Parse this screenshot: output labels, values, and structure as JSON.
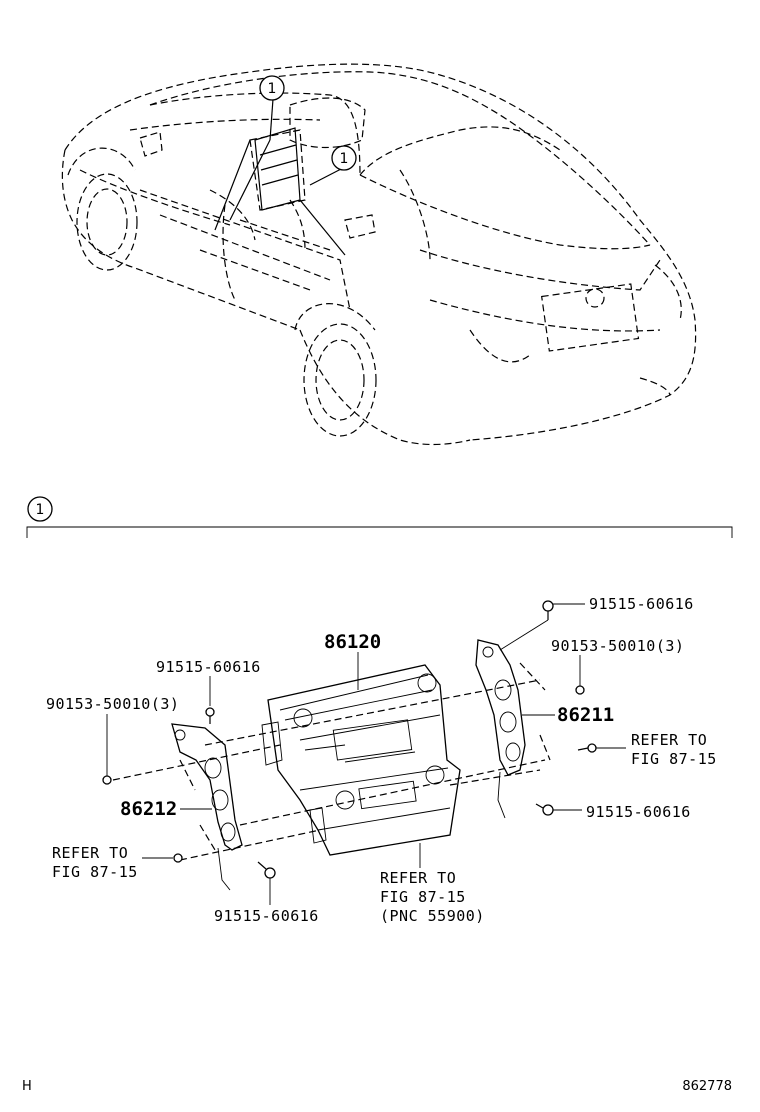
{
  "callout_number": "1",
  "section": {
    "badge": "1"
  },
  "parts": {
    "p86120": "86120",
    "p86211": "86211",
    "p86212": "86212",
    "bolt_top_right": "91515-60616",
    "screw_right": "90153-50010(3)",
    "bolt_left_top": "91515-60616",
    "screw_left": "90153-50010(3)",
    "bolt_right_lower": "91515-60616",
    "bolt_bottom_left": "91515-60616"
  },
  "refs": {
    "right": [
      "REFER TO",
      "FIG 87-15"
    ],
    "left": [
      "REFER TO",
      "FIG 87-15"
    ],
    "center": [
      "REFER TO",
      "FIG 87-15",
      "(PNC 55900)"
    ]
  },
  "footer": {
    "left": "H",
    "right": "862778"
  }
}
